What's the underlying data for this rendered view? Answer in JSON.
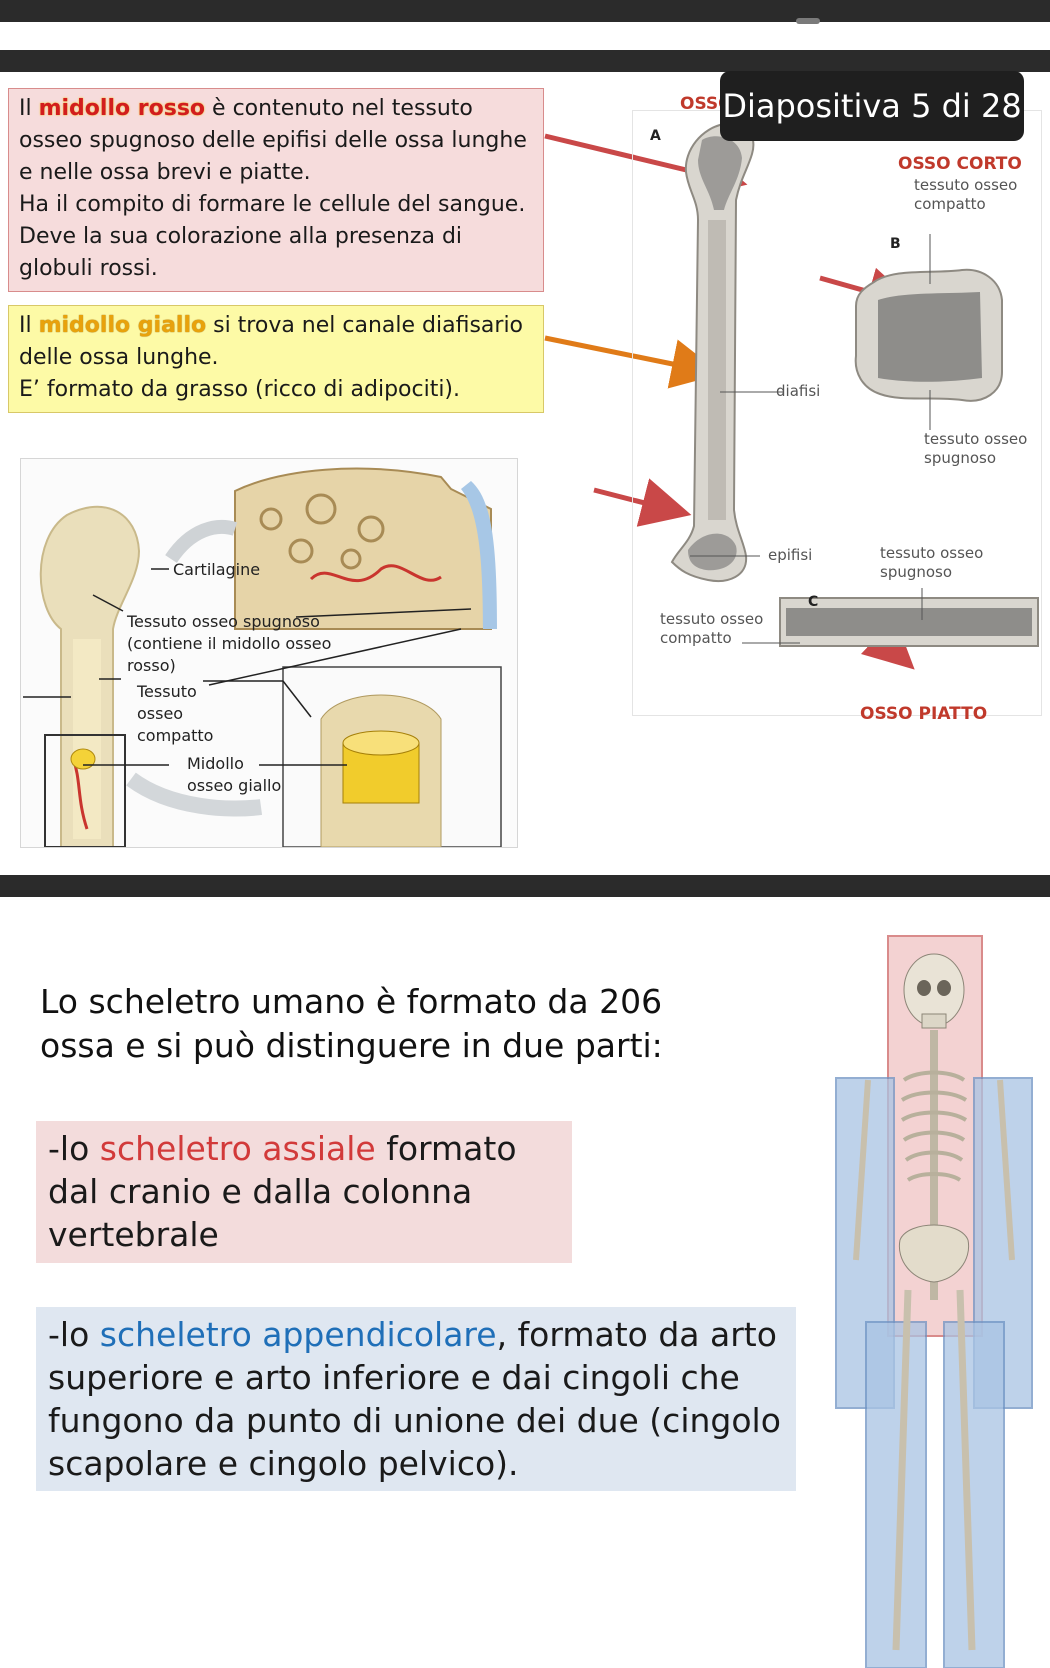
{
  "slide": {
    "counter": "Diapositiva 5 di 28",
    "osso_peek": "OSSO"
  },
  "marrow": {
    "red_keyword": "midollo rosso",
    "red_prefix": "Il ",
    "red_rest": " è contenuto nel tessuto osseo spugnoso delle epifisi delle ossa lunghe e nelle ossa brevi e piatte.",
    "red_line2": "Ha il compito di formare le cellule del sangue.",
    "red_line3": "Deve la sua colorazione alla presenza di globuli rossi.",
    "yellow_prefix": "Il ",
    "yellow_keyword": "midollo giallo",
    "yellow_rest": " si trova nel canale diafisario delle ossa lunghe.",
    "yellow_line2": "E’ formato da grasso (ricco di adipociti)."
  },
  "bone_diagram": {
    "short_bone_title": "OSSO CORTO",
    "flat_bone_title": "OSSO PIATTO",
    "letter_a": "A",
    "letter_b": "B",
    "letter_c": "C",
    "compact_top": "tessuto osseo compatto",
    "diaphysis": "diafisi",
    "spongy_right": "tessuto osseo spugnoso",
    "epiphysis": "epifisi",
    "spongy_flat": "tessuto osseo spugnoso",
    "compact_flat": "tessuto osseo compatto"
  },
  "cross_section": {
    "cartilage": "Cartilagine",
    "spongy": "Tessuto osseo spugnoso (contiene il midollo osseo rosso)",
    "compact": "Tessuto osseo compatto",
    "yellow_marrow": "Midollo osseo giallo"
  },
  "skeleton": {
    "intro": "Lo scheletro umano è formato da 206 ossa e si può distinguere in due parti:",
    "axial_prefix": "-lo ",
    "axial_keyword": "scheletro assiale",
    "axial_rest": " formato dal cranio e dalla colonna vertebrale",
    "append_prefix": "-lo ",
    "append_keyword": "scheletro appendicolare",
    "append_rest": ", formato da arto superiore e arto inferiore e dai cingoli che fungono da punto di unione dei due (cingolo scapolare e cingolo pelvico)."
  },
  "colors": {
    "axial_highlight": "#f3dcdc",
    "appendicular_highlight": "#dfe7f1",
    "red_accent": "#d23a3a",
    "blue_accent": "#1f6fb8"
  }
}
